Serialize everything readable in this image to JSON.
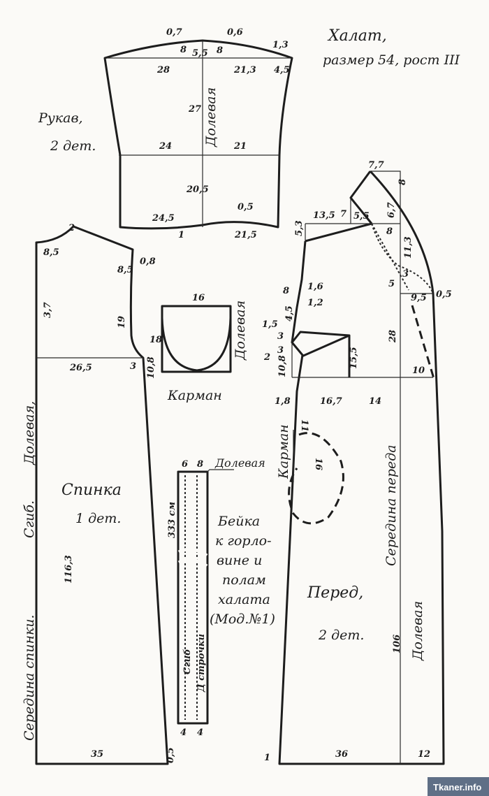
{
  "title": {
    "line1": "Халат,",
    "line2": "размер 54, рост III"
  },
  "sleeve": {
    "label1": "Рукав,",
    "label2": "2 дет.",
    "grain": "Долевая",
    "dims": [
      "0,7",
      "0,6",
      "8",
      "5,5",
      "8",
      "1,3",
      "28",
      "21,3",
      "4,5",
      "27",
      "24",
      "21",
      "20,5",
      "24,5",
      "0,5",
      "21,5",
      "1"
    ]
  },
  "back": {
    "label1": "Спинка",
    "label2": "1 дет.",
    "fold": "Сгиб.",
    "grain": "Долевая,",
    "center": "Середина спинки.",
    "dims": [
      "2",
      "8,5",
      "8,5",
      "0,8",
      "3,7",
      "19",
      "26,5",
      "3",
      "10,8",
      "116,3",
      "35",
      "0,5"
    ]
  },
  "pocket": {
    "label": "Карман",
    "grain": "Долевая",
    "dims": [
      "16",
      "18"
    ]
  },
  "bias": {
    "top": [
      "6",
      "8"
    ],
    "grain": "Долевая",
    "length": "333 см",
    "fold": "Сгиб",
    "stitch": "Д строчки",
    "bottom": [
      "4",
      "4"
    ],
    "caption": [
      "Бейка",
      "к горло-",
      "вине и",
      "полам",
      "халата",
      "(Мод.№1)"
    ]
  },
  "front": {
    "label1": "Перед,",
    "label2": "2 дет.",
    "center": "Середина переда",
    "grain": "Долевая",
    "pocket": "Карман",
    "dims": [
      "7,7",
      "8",
      "13,5",
      "7",
      "5,5",
      "6,7",
      "5,3",
      "8",
      "11,3",
      "1,6",
      "8",
      "5",
      "3",
      "1,2",
      "4,5",
      "1,5",
      "3",
      "3",
      "9,5",
      "0,5",
      "28",
      "2",
      "15,5",
      "10,8",
      "10",
      "1,8",
      "16,7",
      "14",
      "11",
      "16",
      "106",
      "1",
      "36",
      "12"
    ]
  },
  "watermark": "Tkaner.info"
}
